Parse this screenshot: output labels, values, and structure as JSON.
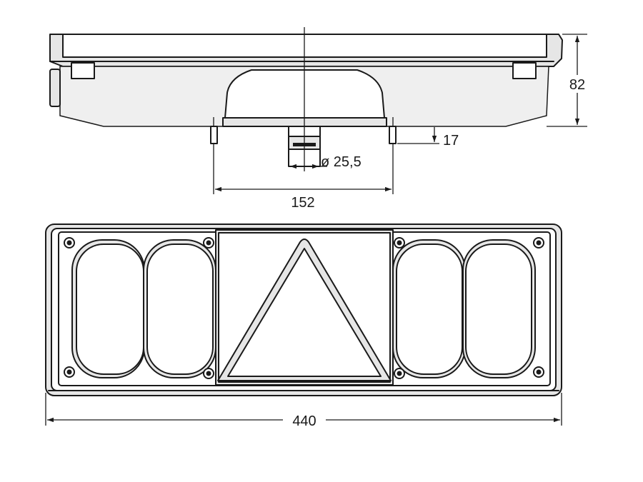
{
  "dimensions": {
    "height": "82",
    "connector_height": "17",
    "connector_diameter": "ø 25,5",
    "mount_spacing": "152",
    "total_length": "440"
  },
  "views": [
    "side-view",
    "front-view"
  ]
}
